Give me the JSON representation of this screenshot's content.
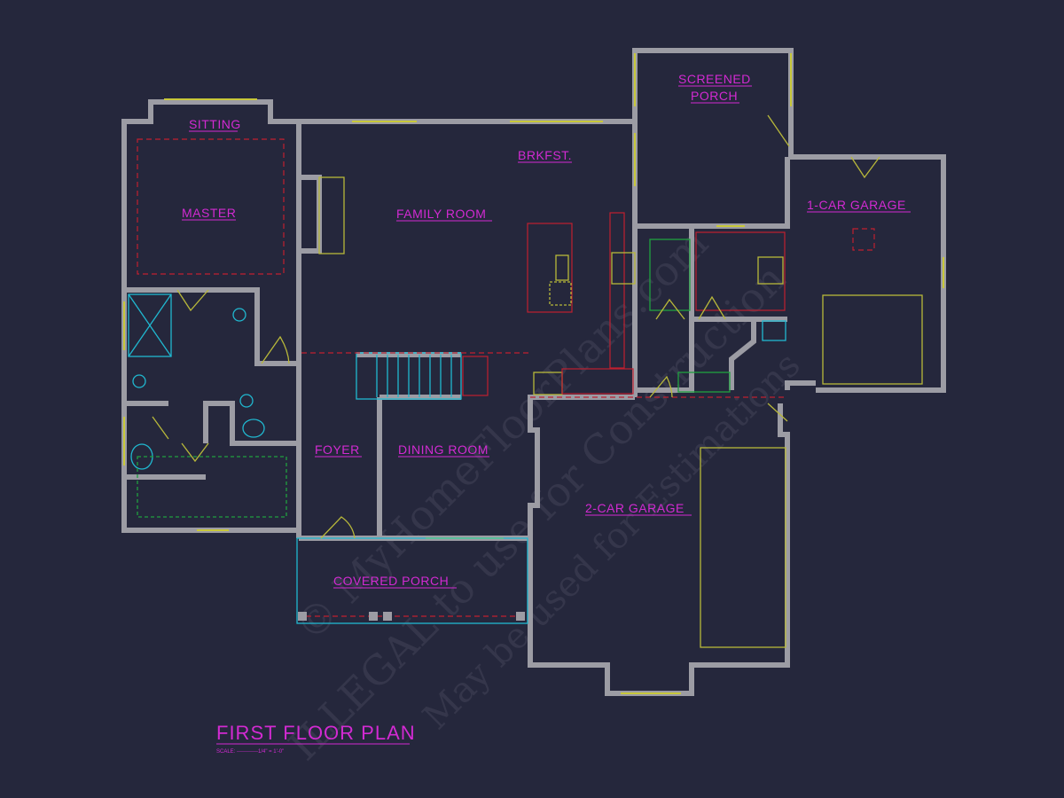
{
  "title": "FIRST FLOOR PLAN",
  "scale": "SCALE: ------------1/4\" = 1'-0\"",
  "rooms": {
    "sitting": "SITTING",
    "master": "MASTER",
    "brkfst": "BRKFST.",
    "family_room": "FAMILY ROOM",
    "screened_porch_1": "SCREENED",
    "screened_porch_2": "PORCH",
    "one_car_garage": "1-CAR GARAGE",
    "foyer": "FOYER",
    "dining_room": "DINING ROOM",
    "two_car_garage": "2-CAR GARAGE",
    "covered_porch": "COVERED PORCH"
  },
  "watermark": {
    "line1": "© MyHomeFloorPlans.com",
    "line2": "ILLEGAL to use for Construction",
    "line3": "May be used for Estimations"
  },
  "colors": {
    "background": "#25273c",
    "walls": "#9c9ca4",
    "labels": "#d22ad2"
  }
}
